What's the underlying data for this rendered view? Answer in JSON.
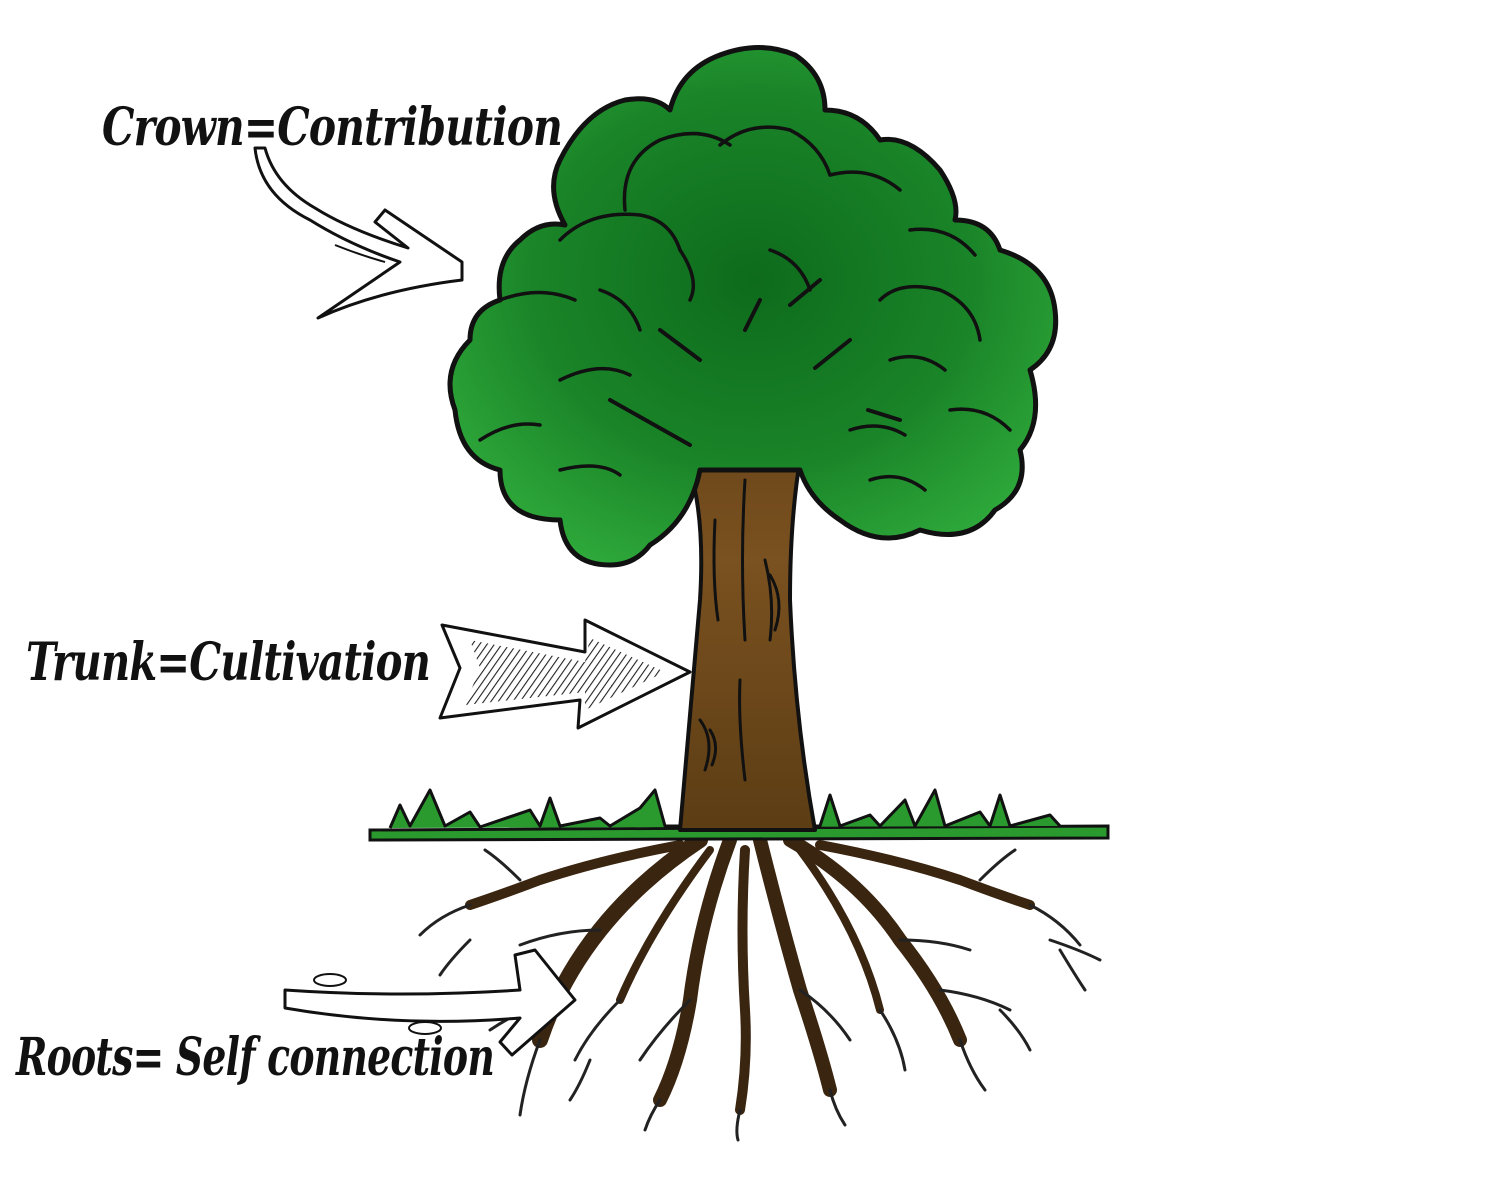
{
  "labels": {
    "crown": "Crown=Contribution",
    "trunk": "Trunk=Cultivation",
    "roots": "Roots= Self connection"
  },
  "colors": {
    "foliage": "#1f8c2c",
    "foliage_dark": "#0d6b1c",
    "foliage_light": "#2ea83a",
    "trunk": "#7a5120",
    "trunk_dark": "#4d3210",
    "roots": "#3a2510",
    "outline": "#111111",
    "grass": "#2a9a2f"
  }
}
